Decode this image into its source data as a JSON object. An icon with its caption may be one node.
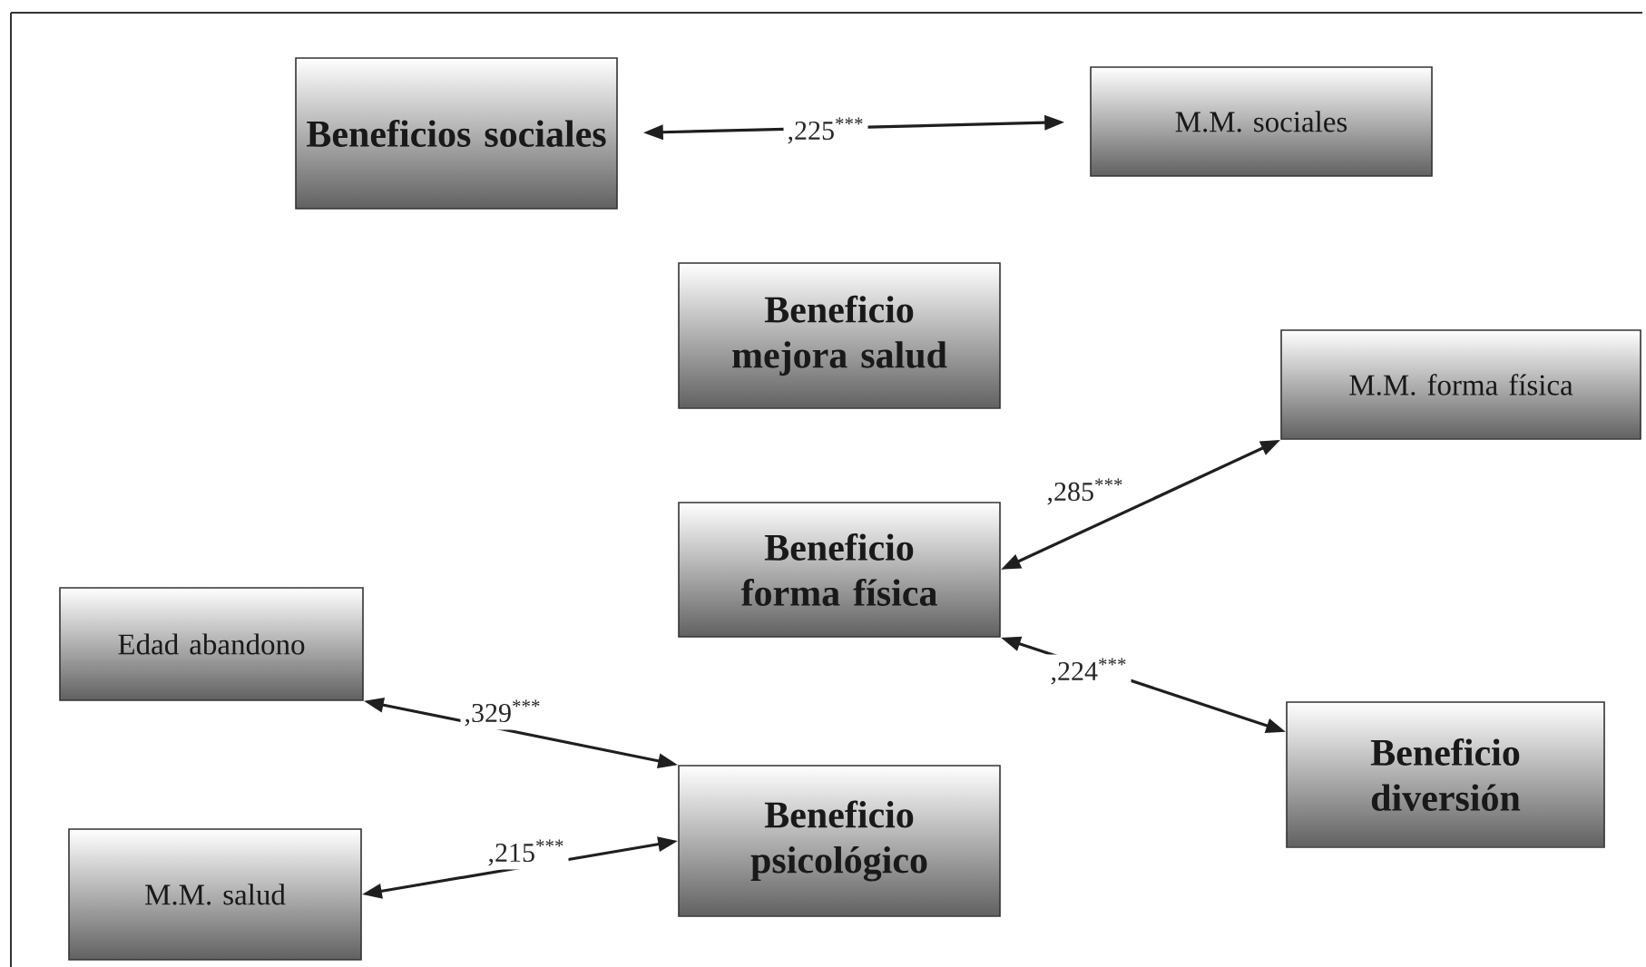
{
  "diagram": {
    "nodes": [
      {
        "text": [
          "Beneficios sociales"
        ]
      },
      {
        "text": [
          "M.M. sociales"
        ]
      },
      {
        "text": [
          "Beneficio mejora salud"
        ]
      },
      {
        "text": [
          "Beneficio forma física"
        ]
      },
      {
        "text": [
          "M.M. forma física"
        ]
      },
      {
        "text": [
          "Edad abandono"
        ]
      },
      {
        "text": [
          "Beneficio psicológico"
        ]
      },
      {
        "text": [
          "Beneficio diversión"
        ]
      },
      {
        "text": [
          "M.M. salud"
        ]
      }
    ],
    "edges": [
      {
        "from": 0,
        "to": 1,
        "arrow": "both",
        "label": ",225$^{***}$"
      },
      {
        "from": 3,
        "to": 4,
        "arrow": "both",
        "label": ",285$^{***}$"
      },
      {
        "from": 3,
        "to": 7,
        "arrow": "both",
        "label": ",224$^{***}$"
      },
      {
        "from": 5,
        "to": 6,
        "arrow": "both",
        "label": ",329$^{***}$"
      },
      {
        "from": 8,
        "to": 6,
        "arrow": "both",
        "label": ",215$^{***}$"
      }
    ]
  }
}
